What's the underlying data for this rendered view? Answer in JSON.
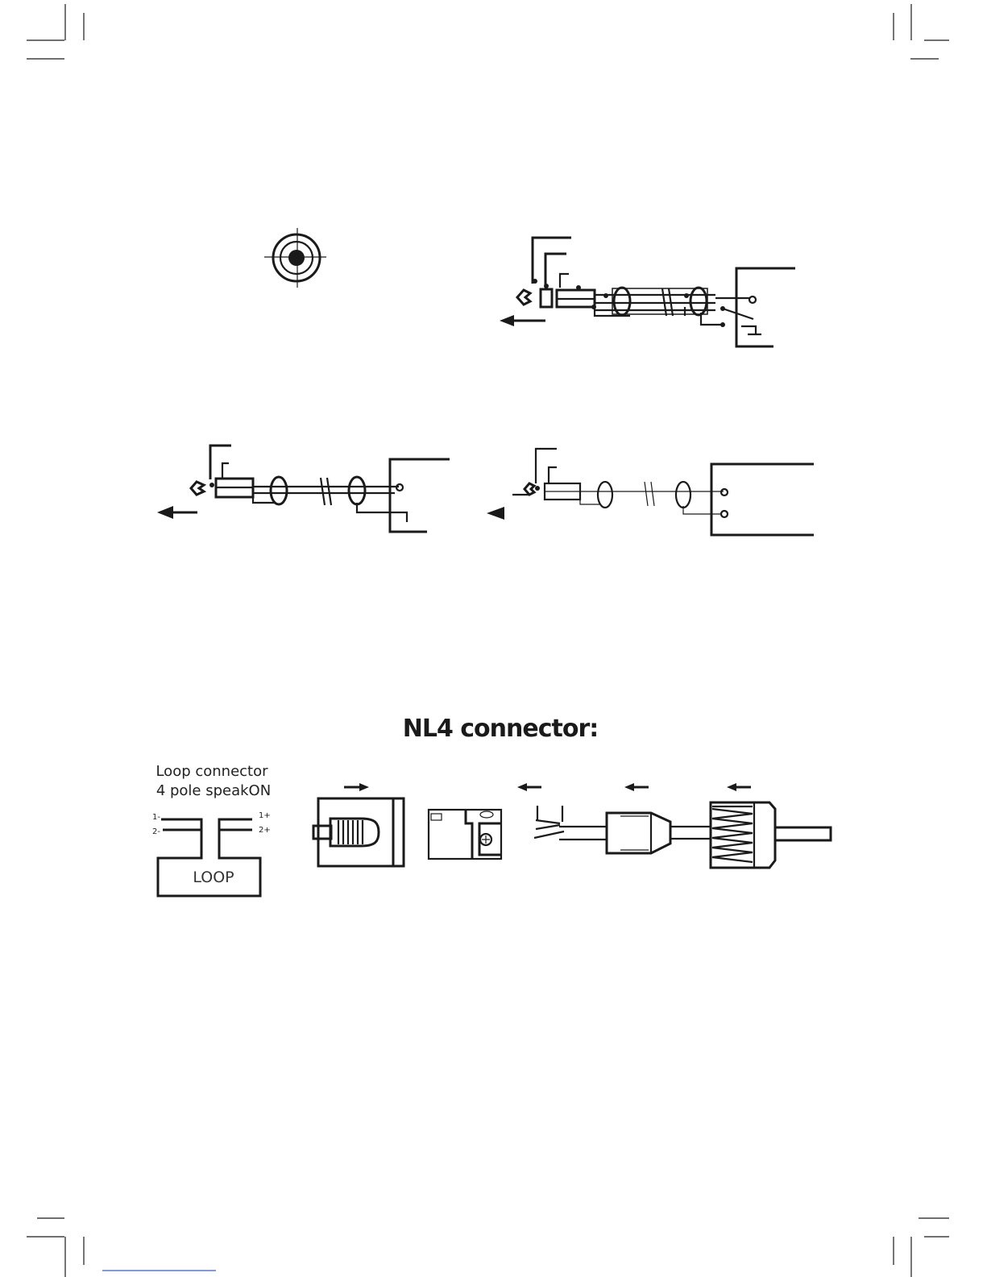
{
  "nl4": {
    "title": "NL4 connector:",
    "loop_line1": "Loop connector",
    "loop_line2": "4 pole speakON",
    "pin_1minus": "1-",
    "pin_2minus": "2-",
    "pin_1plus": "1+",
    "pin_2plus": "2+",
    "loop_box": "LOOP"
  },
  "colors": {
    "ink": "#1a1a1a",
    "link": "#3b5bdb"
  }
}
